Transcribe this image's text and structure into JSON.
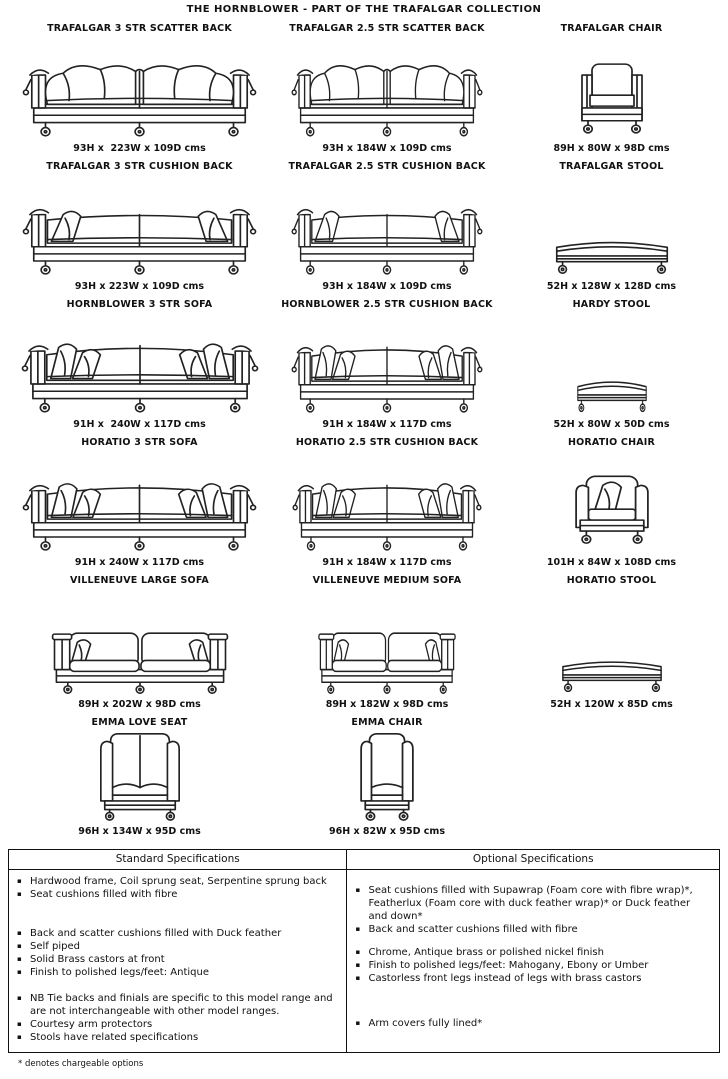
{
  "page": {
    "title": "THE HORNBLOWER - PART OF THE TRAFALGAR COLLECTION",
    "footnote": "* denotes chargeable options"
  },
  "products": [
    {
      "name": "TRAFALGAR 3 STR SCATTER BACK",
      "dims": "93H x  223W x 109D cms"
    },
    {
      "name": "TRAFALGAR 2.5 STR SCATTER BACK",
      "dims": "93H x 184W x 109D cms"
    },
    {
      "name": "TRAFALGAR CHAIR",
      "dims": "89H x 80W x 98D cms"
    },
    {
      "name": "TRAFALGAR 3 STR CUSHION BACK",
      "dims": "93H x 223W x 109D cms"
    },
    {
      "name": "TRAFALGAR 2.5 STR CUSHION BACK",
      "dims": "93H x 184W x 109D cms"
    },
    {
      "name": "TRAFALGAR STOOL",
      "dims": "52H x 128W x 128D cms"
    },
    {
      "name": "HORNBLOWER 3 STR SOFA",
      "dims": "91H x  240W x 117D cms"
    },
    {
      "name": "HORNBLOWER 2.5 STR CUSHION BACK",
      "dims": "91H x 184W x 117D cms"
    },
    {
      "name": "HARDY STOOL",
      "dims": "52H x 80W x 50D cms"
    },
    {
      "name": "HORATIO 3 STR SOFA",
      "dims": "91H x 240W x 117D cms"
    },
    {
      "name": "HORATIO 2.5 STR CUSHION BACK",
      "dims": "91H x 184W x 117D cms"
    },
    {
      "name": "HORATIO CHAIR",
      "dims": "101H x 84W x 108D cms"
    },
    {
      "name": "VILLENEUVE LARGE SOFA",
      "dims": "89H x 202W x 98D cms"
    },
    {
      "name": "VILLENEUVE MEDIUM SOFA",
      "dims": "89H x 182W x 98D cms"
    },
    {
      "name": "HORATIO STOOL",
      "dims": "52H x 120W x 85D cms"
    },
    {
      "name": "EMMA LOVE SEAT",
      "dims": "96H x 134W x 95D cms"
    },
    {
      "name": "EMMA CHAIR",
      "dims": "96H x 82W x 95D cms"
    }
  ],
  "spec_table": {
    "standard": {
      "header": "Standard Specifications",
      "items": [
        "Hardwood frame, Coil sprung seat, Serpentine sprung back",
        "Seat cushions filled with fibre",
        "Back and scatter cushions filled with Duck feather",
        "Self piped",
        "Solid Brass castors at front",
        "Finish to polished legs/feet: Antique",
        "NB Tie backs and finials are specific to this model range and are not interchangeable with other model ranges.",
        "Courtesy arm protectors",
        "Stools have related specifications"
      ]
    },
    "optional": {
      "header": "Optional Specifications",
      "items": [
        "Seat cushions filled with Supawrap (Foam core with fibre wrap)*, Featherlux (Foam core with duck feather wrap)* or Duck feather and down*",
        "Back and scatter cushions filled with fibre",
        "Chrome, Antique brass or polished nickel finish",
        "Finish to polished legs/feet: Mahogany, Ebony or Umber",
        "Castorless front legs instead of legs with brass castors",
        "Arm covers fully lined*"
      ]
    }
  },
  "style": {
    "line_color": "#222222",
    "text_color": "#111111",
    "background": "#ffffff"
  }
}
